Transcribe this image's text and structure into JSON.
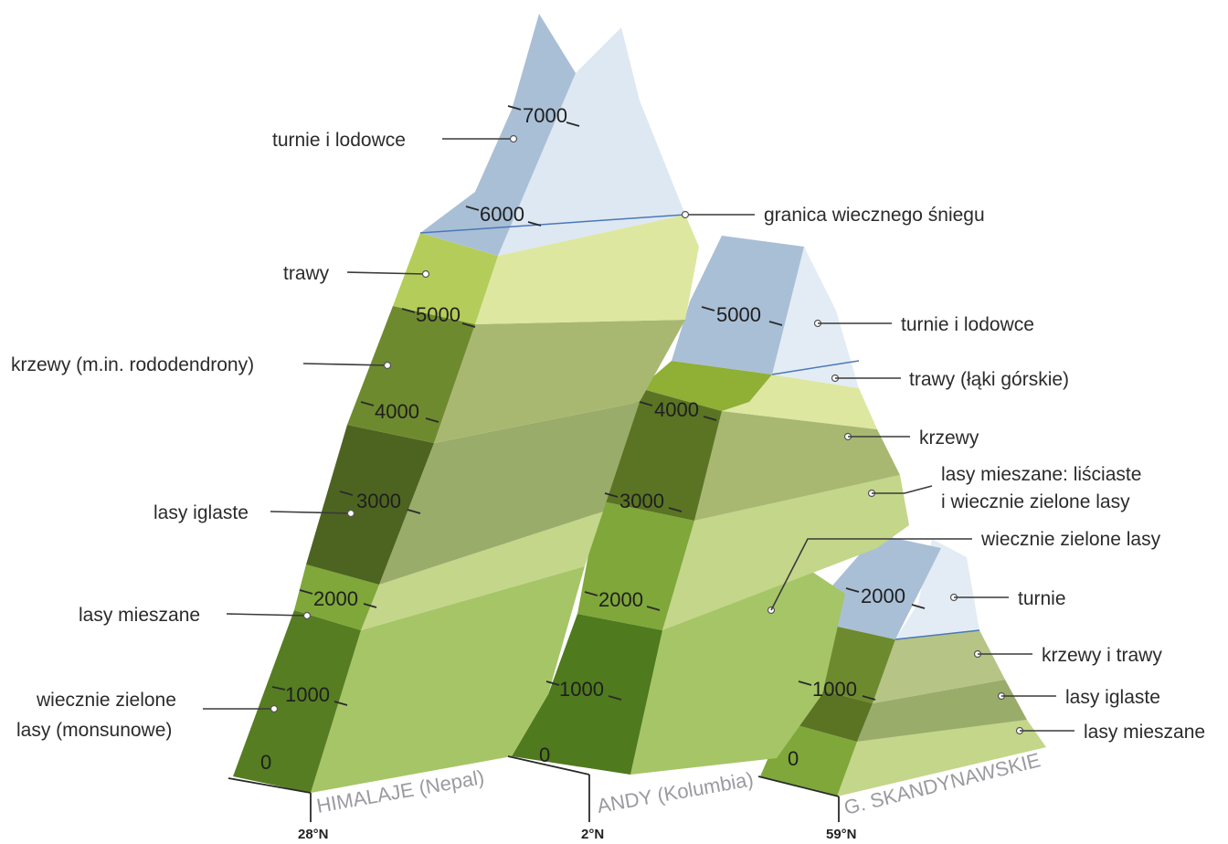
{
  "mountains": [
    {
      "name": "HIMALAJE (Nepal)",
      "latitude": "28°N",
      "altitude_ticks": [
        "0",
        "1000",
        "2000",
        "3000",
        "4000",
        "5000",
        "6000",
        "7000"
      ],
      "zones": [
        "wiecznie zielone lasy (monsunowe)",
        "lasy mieszane",
        "lasy iglaste",
        "krzewy (m.in. rododendrony)",
        "trawy",
        "turnie i lodowce"
      ],
      "zone_label_lines": {
        "evergreen_line1": "wiecznie zielone",
        "evergreen_line2": "lasy (monsunowe)"
      },
      "snow_line_label": "granica wiecznego śniegu"
    },
    {
      "name": "ANDY (Kolumbia)",
      "latitude": "2°N",
      "altitude_ticks": [
        "0",
        "1000",
        "2000",
        "3000",
        "4000",
        "5000"
      ],
      "zones": [
        "wiecznie zielone lasy",
        "lasy mieszane: liściaste i wiecznie zielone lasy",
        "krzewy",
        "trawy (łąki górskie)",
        "turnie i lodowce"
      ],
      "zone_label_lines": {
        "mixed_line1": "lasy mieszane: liściaste",
        "mixed_line2": "i wiecznie zielone lasy"
      }
    },
    {
      "name": "G. SKANDYNAWSKIE",
      "latitude": "59°N",
      "altitude_ticks": [
        "0",
        "1000",
        "2000"
      ],
      "zones": [
        "lasy mieszane",
        "lasy iglaste",
        "krzewy i trawy",
        "turnie"
      ]
    }
  ],
  "colors": {
    "ice_front": "#a9bfd6",
    "ice_side": "#dde8f2",
    "grass_front": "#b4cd5a",
    "grass_side": "#dde7a0",
    "shrub_front": "#6e8a2e",
    "shrub_side": "#a9b871",
    "conifer_front": "#4d6420",
    "conifer_side": "#9aac6a",
    "mixed_front": "#7fa73a",
    "mixed_side": "#c3d68a",
    "evergreen_front": "#567d22",
    "evergreen_side": "#a6c567"
  }
}
